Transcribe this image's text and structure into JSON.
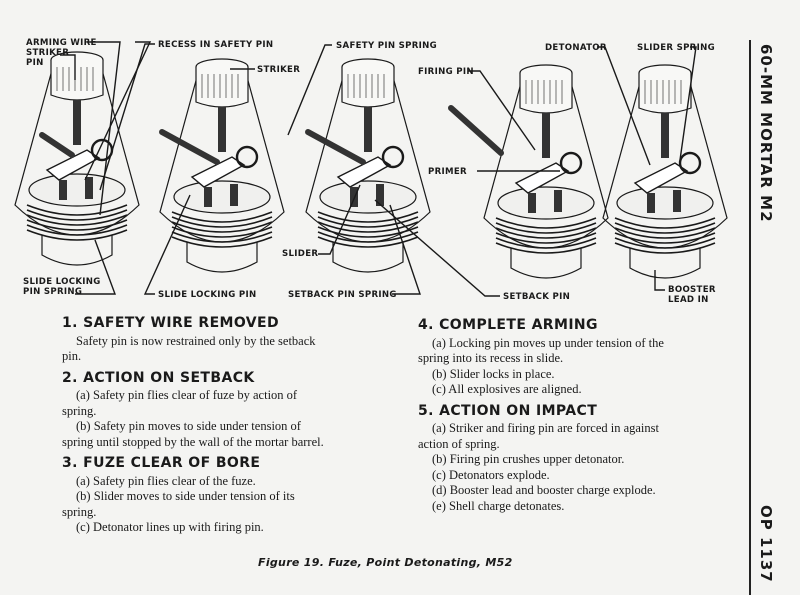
{
  "side_title": "60-MM MORTAR M2",
  "side_code": "OP 1137",
  "labels": {
    "arming_wire": "ARMING WIRE",
    "striker_pin": "STRIKER\nPIN",
    "recess_in_safety_pin": "RECESS IN SAFETY PIN",
    "striker": "STRIKER",
    "safety_pin_spring": "SAFETY PIN SPRING",
    "firing_pin": "FIRING PIN",
    "detonator": "DETONATOR",
    "slider_spring": "SLIDER SPRING",
    "primer": "PRIMER",
    "slider": "SLIDER",
    "slide_locking_pin_spring": "SLIDE LOCKING\nPIN SPRING",
    "slide_locking_pin": "SLIDE LOCKING PIN",
    "setback_pin_spring": "SETBACK PIN SPRING",
    "setback_pin": "SETBACK PIN",
    "booster_lead_in": "BOOSTER\nLEAD IN"
  },
  "sections": [
    {
      "title": "1. SAFETY WIRE REMOVED",
      "paragraphs": [
        "Safety pin is now restrained only by the setback pin."
      ]
    },
    {
      "title": "2. ACTION ON SETBACK",
      "paragraphs": [
        "(a) Safety pin flies clear of fuze by action of spring.",
        "(b) Safety pin moves to side under tension of spring until stopped by the wall of the mortar barrel."
      ]
    },
    {
      "title": "3. FUZE CLEAR OF BORE",
      "paragraphs": [
        "(a) Safety pin flies clear of the fuze.",
        "(b) Slider moves to side under tension of its spring.",
        "(c) Detonator lines up with firing pin."
      ]
    },
    {
      "title": "4. COMPLETE ARMING",
      "paragraphs": [
        "(a) Locking pin moves up under tension of the spring into its recess in slide.",
        "(b) Slider locks in place.",
        "(c) All explosives are aligned."
      ]
    },
    {
      "title": "5. ACTION ON IMPACT",
      "paragraphs": [
        "(a) Striker and firing pin are forced in against action of spring.",
        "(b) Firing pin crushes upper detonator.",
        "(c) Detonators explode.",
        "(d) Booster lead and booster charge explode.",
        "(e) Shell charge detonates."
      ]
    }
  ],
  "caption": "Figure 19. Fuze, Point Detonating, M52"
}
